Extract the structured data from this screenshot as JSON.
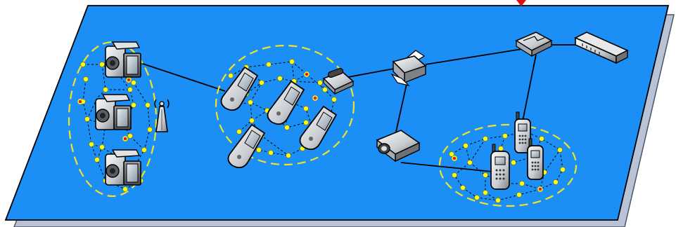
{
  "colors": {
    "plane": "#1b8ff5",
    "plane_shadow": "#b8c4d6",
    "outline": "#000000",
    "cluster_ring": "#f2e12b",
    "node_yellow": "#ffff00",
    "node_red": "#e02020",
    "device_light": "#f0f0f0",
    "device_mid": "#c0c4c8",
    "device_dark": "#707478",
    "marker": "#e01010"
  },
  "clusters": [
    {
      "id": "camcorder-cluster",
      "device": "camcorder-icon",
      "count": 3
    },
    {
      "id": "phone-cluster",
      "device": "mobile-phone-icon",
      "count": 4
    },
    {
      "id": "handset-cluster",
      "device": "cordless-handset-icon",
      "count": 3
    }
  ],
  "devices": [
    {
      "id": "antenna",
      "icon": "antenna-icon"
    },
    {
      "id": "desk-phone",
      "icon": "desk-phone-icon"
    },
    {
      "id": "fax",
      "icon": "fax-machine-icon"
    },
    {
      "id": "router",
      "icon": "router-icon"
    },
    {
      "id": "switch",
      "icon": "network-switch-icon"
    },
    {
      "id": "projector",
      "icon": "projector-icon"
    }
  ],
  "connections": [
    [
      "camcorder-cluster",
      "phone-cluster"
    ],
    [
      "desk-phone",
      "fax"
    ],
    [
      "fax",
      "router"
    ],
    [
      "fax",
      "projector"
    ],
    [
      "router",
      "switch"
    ],
    [
      "router",
      "handset-cluster"
    ],
    [
      "projector",
      "handset-cluster"
    ]
  ]
}
